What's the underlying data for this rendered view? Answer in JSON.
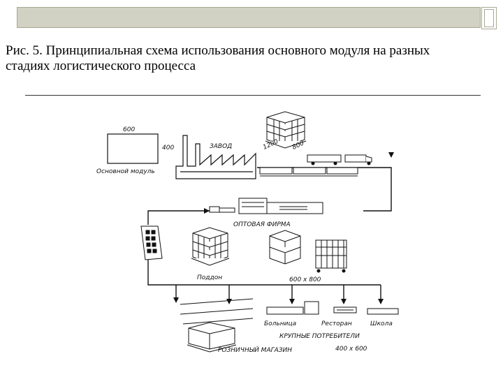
{
  "caption": {
    "line1": "Рис. 5. Принципиальная схема использования основного модуля на разных",
    "line2": "стадиях логистического процесса"
  },
  "diagram": {
    "module_width": "600",
    "module_height": "400",
    "module_label": "Основной модуль",
    "factory": "ЗАВОД",
    "pallet_dim_1": "1200",
    "pallet_dim_2": "800",
    "wholesale": "ОПТОВАЯ ФИРМА",
    "pallet": "Поддон",
    "size_600x800": "600 x 800",
    "hospital": "Больница",
    "restaurant": "Ресторан",
    "school": "Школа",
    "large_consumers": "КРУПНЫЕ ПОТРЕБИТЕЛИ",
    "size_400x600": "400 x 600",
    "retail": "РОЗНИЧНЫЙ МАГАЗИН"
  },
  "colors": {
    "topbar": "#d2d2c4",
    "ink": "#111111"
  },
  "icons": [
    "factory-icon",
    "pallet-stack-icon",
    "truck-icon",
    "train-icon",
    "warehouse-icon",
    "keypad-icon",
    "box-container-icon",
    "roll-cage-icon",
    "retail-shelves-icon"
  ]
}
